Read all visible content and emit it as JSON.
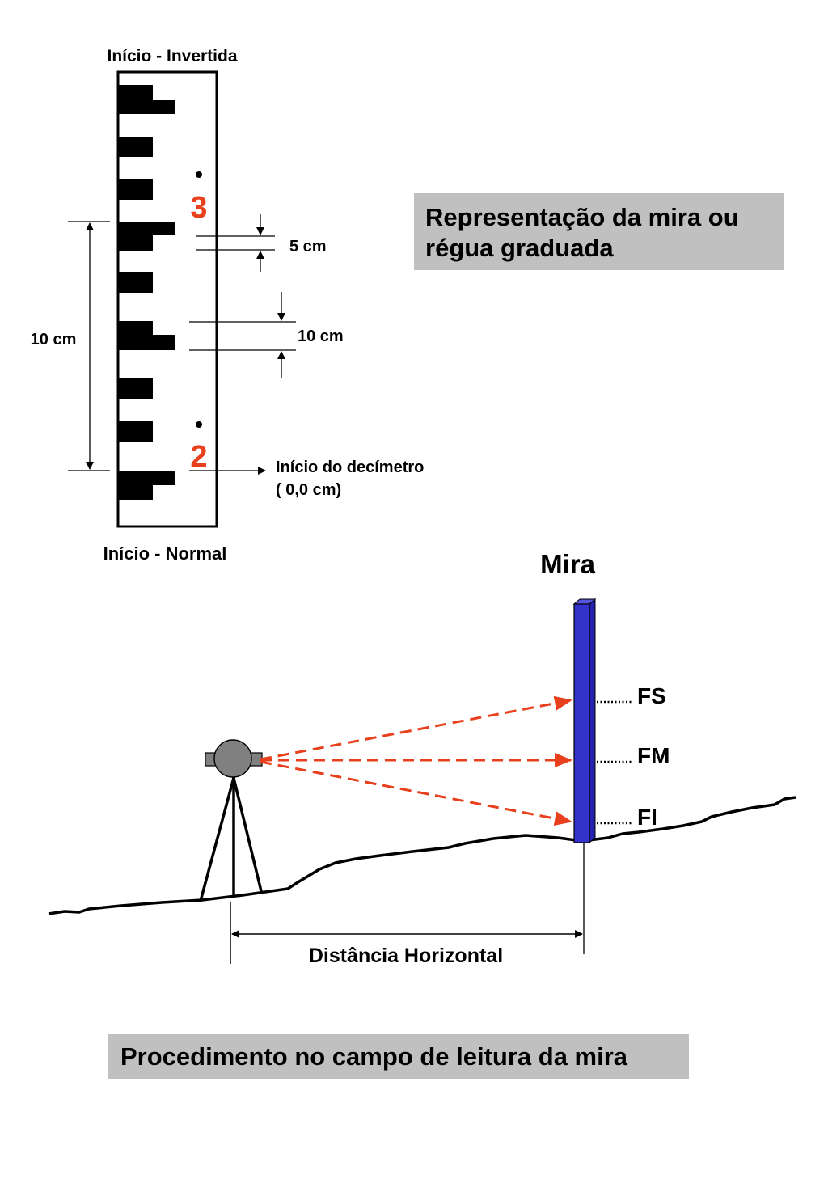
{
  "staff_drawing": {
    "top_label": "Início - Invertida",
    "bottom_label": "Início - Normal",
    "number_upper": "3",
    "number_lower": "2",
    "dim_5cm": "5 cm",
    "dim_10cm_right": "10 cm",
    "dim_10cm_left": "10 cm",
    "decimeter_start_line1": "Início do decímetro",
    "decimeter_start_line2": "( 0,0 cm)"
  },
  "representation_box": {
    "line1": "Representação da mira ou",
    "line2": "régua graduada"
  },
  "field_scene": {
    "rod_title": "Mira",
    "reading_upper": "FS",
    "reading_middle": "FM",
    "reading_lower": "FI",
    "distance_label": "Distância Horizontal"
  },
  "procedure_box": {
    "text": "Procedimento no campo de leitura da mira"
  },
  "colors": {
    "number_accent": "#e8401c",
    "sight_lines": "#e8401c",
    "rod": "#3333cc",
    "instrument": "#808080",
    "box_gray": "#c0c0c0"
  }
}
